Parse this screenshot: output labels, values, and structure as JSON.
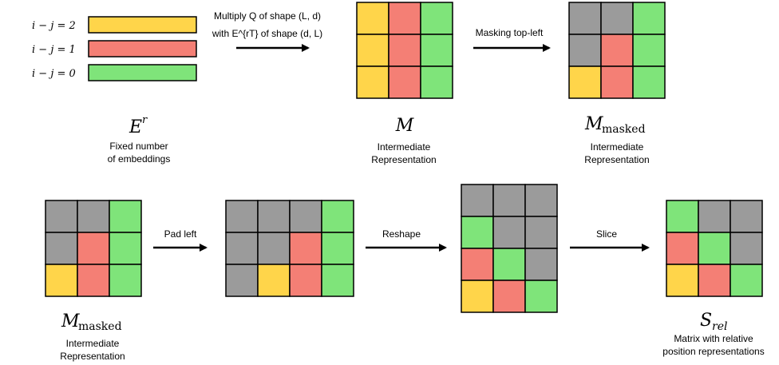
{
  "colors": {
    "yellow": "#ffd54a",
    "red": "#f47f75",
    "green": "#7fe47a",
    "gray": "#9b9b9b"
  },
  "legend": [
    {
      "label": "i − j = 2",
      "color": "yellow"
    },
    {
      "label": "i − j = 1",
      "color": "red"
    },
    {
      "label": "i − j = 0",
      "color": "green"
    }
  ],
  "labels": {
    "er_symbol": "E",
    "er_sup": "r",
    "er_caption_1": "Fixed number",
    "er_caption_2": "of embeddings",
    "multiply_1": "Multiply Q of shape (L, d)",
    "multiply_2": "with E^{rT} of shape (d, L)",
    "m_symbol": "M",
    "intermediate": "Intermediate",
    "representation": "Representation",
    "masking": "Masking top-left",
    "mmasked_base": "M",
    "mmasked_sub": "masked",
    "pad_left": "Pad left",
    "reshape": "Reshape",
    "slice": "Slice",
    "srel_base": "S",
    "srel_sub": "rel",
    "srel_caption_1": "Matrix with relative",
    "srel_caption_2": "position representations"
  },
  "matrices": {
    "M": [
      [
        "yellow",
        "red",
        "green"
      ],
      [
        "yellow",
        "red",
        "green"
      ],
      [
        "yellow",
        "red",
        "green"
      ]
    ],
    "M_masked_top": [
      [
        "gray",
        "gray",
        "green"
      ],
      [
        "gray",
        "red",
        "green"
      ],
      [
        "yellow",
        "red",
        "green"
      ]
    ],
    "M_masked_bottom": [
      [
        "gray",
        "gray",
        "green"
      ],
      [
        "gray",
        "red",
        "green"
      ],
      [
        "yellow",
        "red",
        "green"
      ]
    ],
    "padded": [
      [
        "gray",
        "gray",
        "gray",
        "green"
      ],
      [
        "gray",
        "gray",
        "red",
        "green"
      ],
      [
        "gray",
        "yellow",
        "red",
        "green"
      ]
    ],
    "reshaped": [
      [
        "gray",
        "gray",
        "gray"
      ],
      [
        "green",
        "gray",
        "gray"
      ],
      [
        "red",
        "green",
        "gray"
      ],
      [
        "yellow",
        "red",
        "green"
      ]
    ],
    "S_rel": [
      [
        "green",
        "gray",
        "gray"
      ],
      [
        "red",
        "green",
        "gray"
      ],
      [
        "yellow",
        "red",
        "green"
      ]
    ]
  }
}
